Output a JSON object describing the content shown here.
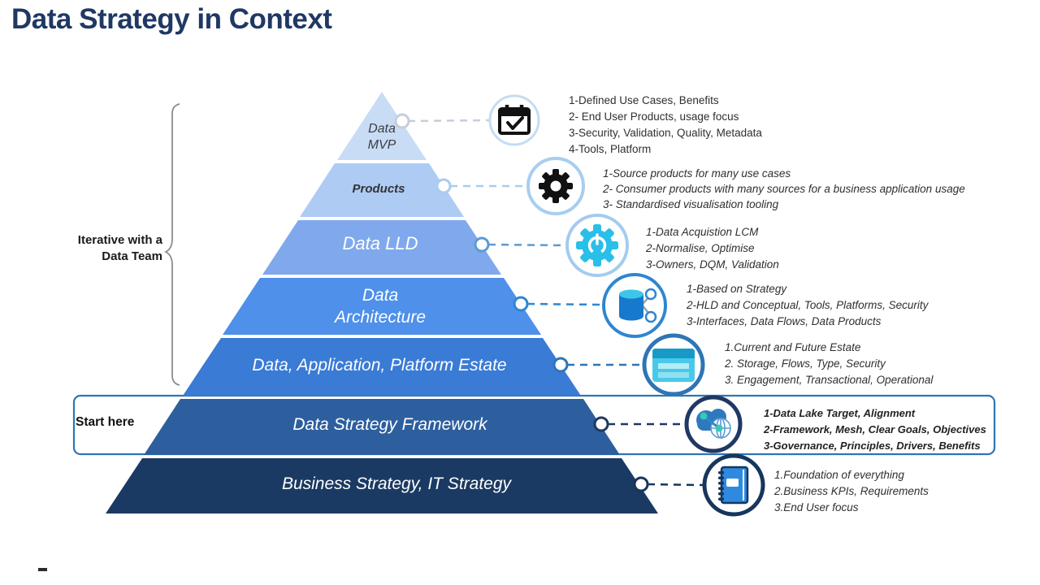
{
  "title": "Data Strategy in Context",
  "side_labels": {
    "iterative_lines": [
      "Iterative with a",
      "Data Team"
    ],
    "start_here": "Start here"
  },
  "start_box_color": "#2E75B6",
  "brace_color": "#8C8C8C",
  "layers": [
    {
      "icon": "calendar-check-icon",
      "label_lines": [
        "Data",
        "MVP"
      ],
      "color": "#C8DCF6",
      "connector_color": "#C4CEDC",
      "ring_color": "#C5DCF2",
      "notes": [
        "1-Defined Use Cases, Benefits",
        "2- End User Products, usage focus",
        "3-Security, Validation, Quality, Metadata",
        "4-Tools, Platform"
      ]
    },
    {
      "icon": "gear-icon",
      "label_lines": [
        "Products"
      ],
      "color": "#AECBF4",
      "connector_color": "#A9CBEE",
      "ring_color": "#A8CEF0",
      "notes": [
        "1-Source products for many use cases",
        "2- Consumer products with many sources for a business application usage",
        "3- Standardised visualisation tooling"
      ]
    },
    {
      "icon": "process-gear-icon",
      "label_lines": [
        "Data LLD"
      ],
      "color": "#7FA9EC",
      "connector_color": "#5B9BD5",
      "ring_color": "#A4CBEF",
      "notes": [
        "1-Data Acquistion LCM",
        "2-Normalise, Optimise",
        "3-Owners, DQM, Validation"
      ]
    },
    {
      "icon": "database-network-icon",
      "label_lines": [
        "Data",
        "Architecture"
      ],
      "color": "#4E90EA",
      "connector_color": "#2E86D1",
      "ring_color": "#2E86D1",
      "notes": [
        "1-Based on Strategy",
        "2-HLD and Conceptual, Tools, Platforms, Security",
        "3-Interfaces, Data Flows, Data Products"
      ]
    },
    {
      "icon": "server-list-icon",
      "label_lines": [
        "Data, Application, Platform Estate"
      ],
      "color": "#3A7BD5",
      "connector_color": "#2E75B6",
      "ring_color": "#2E75B6",
      "notes": [
        "1.Current and Future Estate",
        "2. Storage, Flows, Type, Security",
        "3. Engagement, Transactional, Operational"
      ]
    },
    {
      "icon": "cloud-globe-icon",
      "label_lines": [
        "Data Strategy Framework"
      ],
      "color": "#2D5F9E",
      "connector_color": "#1F3864",
      "ring_color": "#1F3864",
      "notes": [
        "1-Data Lake Target, Alignment",
        "2-Framework, Mesh, Clear Goals, Objectives",
        "3-Governance, Principles, Drivers, Benefits"
      ]
    },
    {
      "icon": "notebook-icon",
      "label_lines": [
        "Business Strategy, IT Strategy"
      ],
      "color": "#1A3A63",
      "connector_color": "#17365D",
      "ring_color": "#17365D",
      "notes": [
        "1.Foundation of everything",
        "2.Business KPIs, Requirements",
        "3.End User focus"
      ]
    }
  ]
}
